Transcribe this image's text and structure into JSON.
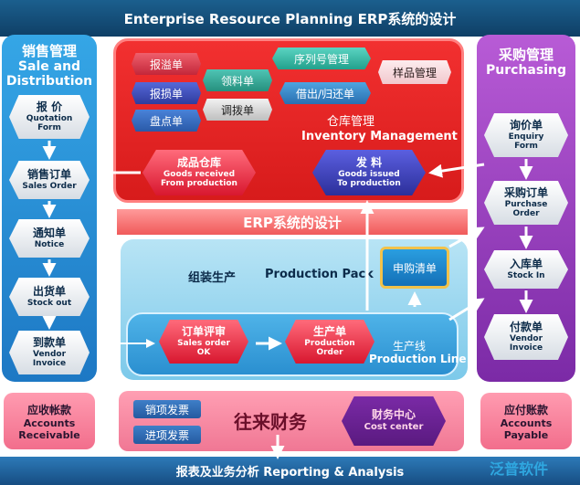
{
  "title": "Enterprise Resource Planning ERP系统的设计",
  "sales": {
    "head_cn": "销售管理",
    "head_en1": "Sale and",
    "head_en2": "Distribution",
    "items": [
      {
        "cn": "报 价",
        "en": "Quotation",
        "en2": "Form"
      },
      {
        "cn": "销售订单",
        "en": "Sales Order",
        "en2": ""
      },
      {
        "cn": "通知单",
        "en": "Notice",
        "en2": ""
      },
      {
        "cn": "出货单",
        "en": "Stock out",
        "en2": ""
      },
      {
        "cn": "到款单",
        "en": "Vendor",
        "en2": "Invoice"
      }
    ]
  },
  "purchasing": {
    "head_cn": "采购管理",
    "head_en": "Purchasing",
    "items": [
      {
        "cn": "询价单",
        "en": "Enquiry",
        "en2": "Form"
      },
      {
        "cn": "采购订单",
        "en": "Purchase",
        "en2": "Order"
      },
      {
        "cn": "入库单",
        "en": "Stock In",
        "en2": ""
      },
      {
        "cn": "付款单",
        "en": "Vendor",
        "en2": "Invoice"
      }
    ]
  },
  "inventory": {
    "label_cn": "仓库管理",
    "label_en": "Inventory Management",
    "pills": [
      "报溢单",
      "报损单",
      "盘点单",
      "领料单",
      "调拨单",
      "序列号管理",
      "借出/归还单",
      "样品管理"
    ],
    "goods_received": {
      "cn": "成品仓库",
      "en1": "Goods received",
      "en2": "From production"
    },
    "goods_issued": {
      "cn": "发 料",
      "en1": "Goods issued",
      "en2": "To production"
    }
  },
  "banner": "ERP系统的设计",
  "production": {
    "label_cn": "组装生产",
    "label_en": "Production Pack",
    "purchase_request": "申购清单",
    "line_cn": "生产线",
    "line_en": "Production Line",
    "order_review": {
      "cn": "订单评审",
      "en1": "Sales order",
      "en2": "OK"
    },
    "production_order": {
      "cn": "生产单",
      "en1": "Production",
      "en2": "Order"
    }
  },
  "finance": {
    "receivable": {
      "cn": "应收帐款",
      "en1": "Accounts",
      "en2": "Receivable"
    },
    "payable": {
      "cn": "应付账款",
      "en1": "Accounts",
      "en2": "Payable"
    },
    "sales_invoice": "销项发票",
    "purchase_invoice": "进项发票",
    "title": "往来财务",
    "cost_center": {
      "cn": "财务中心",
      "en": "Cost center"
    }
  },
  "reporting": "报表及业务分析 Reporting & Analysis",
  "watermark": "泛普软件"
}
